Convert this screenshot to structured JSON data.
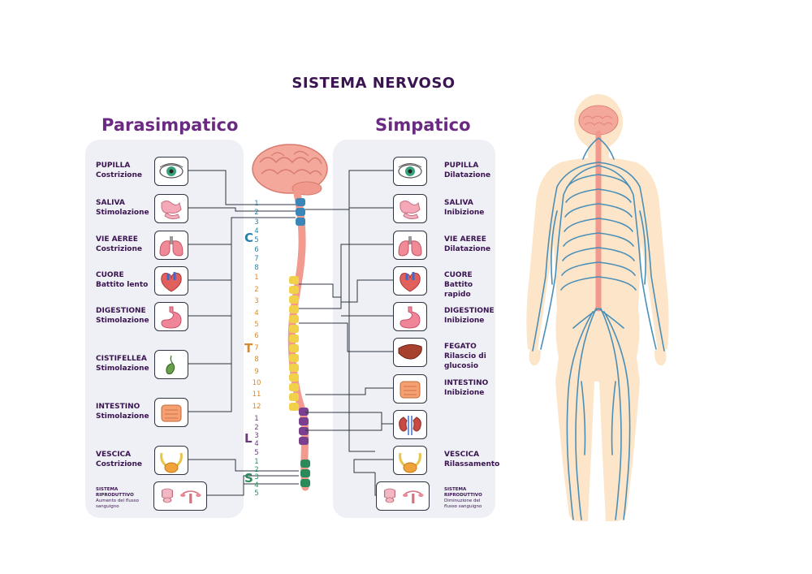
{
  "title": "SISTEMA NERVOSO",
  "parasimpatico": {
    "heading": "Parasimpatico",
    "items": [
      {
        "name": "PUPILLA",
        "effect": "Costrizione",
        "icon": "eye-icon"
      },
      {
        "name": "SALIVA",
        "effect": "Stimolazione",
        "icon": "salivary-gland-icon"
      },
      {
        "name": "VIE AEREE",
        "effect": "Costrizione",
        "icon": "lungs-icon"
      },
      {
        "name": "CUORE",
        "effect": "Battito lento",
        "icon": "heart-icon"
      },
      {
        "name": "DIGESTIONE",
        "effect": "Stimolazione",
        "icon": "stomach-icon"
      },
      {
        "name": "CISTIFELLEA",
        "effect": "Stimolazione",
        "icon": "gallbladder-icon"
      },
      {
        "name": "INTESTINO",
        "effect": "Stimolazione",
        "icon": "intestine-icon"
      },
      {
        "name": "VESCICA",
        "effect": "Costrizione",
        "icon": "bladder-icon"
      },
      {
        "name": "SISTEMA RIPRODUTTIVO",
        "effect": "Aumento del flusso sanguigno",
        "icon": "reproductive-organs-icon"
      }
    ]
  },
  "simpatico": {
    "heading": "Simpatico",
    "items": [
      {
        "name": "PUPILLA",
        "effect": "Dilatazione",
        "icon": "eye-icon"
      },
      {
        "name": "SALIVA",
        "effect": "Inibizione",
        "icon": "salivary-gland-icon"
      },
      {
        "name": "VIE AEREE",
        "effect": "Dilatazione",
        "icon": "lungs-icon"
      },
      {
        "name": "CUORE",
        "effect": "Battito rapido",
        "icon": "heart-icon"
      },
      {
        "name": "DIGESTIONE",
        "effect": "Inibizione",
        "icon": "stomach-icon"
      },
      {
        "name": "FEGATO",
        "effect": "Rilascio di glucosio",
        "icon": "liver-icon"
      },
      {
        "name": "INTESTINO",
        "effect": "Inibizione",
        "icon": "intestine-icon"
      },
      {
        "name": "",
        "effect": "",
        "icon": "kidneys-icon"
      },
      {
        "name": "VESCICA",
        "effect": "Rilassamento",
        "icon": "bladder-icon"
      },
      {
        "name": "SISTEMA RIPRODUTTIVO",
        "effect": "Diminuzione del flusso sanguigno",
        "icon": "reproductive-organs-icon"
      }
    ]
  },
  "spine": {
    "regions": [
      {
        "letter": "C",
        "color": "#2a7fa8",
        "numbers": [
          "1",
          "2",
          "3",
          "4",
          "5",
          "6",
          "7",
          "8"
        ]
      },
      {
        "letter": "T",
        "color": "#d98a2b",
        "numbers": [
          "1",
          "2",
          "3",
          "4",
          "5",
          "6",
          "7",
          "8",
          "9",
          "10",
          "11",
          "12"
        ]
      },
      {
        "letter": "L",
        "color": "#6a3a7a",
        "numbers": [
          "1",
          "2",
          "3",
          "4",
          "5"
        ]
      },
      {
        "letter": "S",
        "color": "#2a8a5a",
        "numbers": [
          "1",
          "2",
          "3",
          "4",
          "5"
        ]
      }
    ]
  },
  "colors": {
    "title": "#3a1450",
    "heading": "#6a2a82",
    "panel": "#eef0f5",
    "nerves": "#4a8fb8",
    "body": "#fce5c8",
    "spinal_cord": "#f29a8e"
  }
}
